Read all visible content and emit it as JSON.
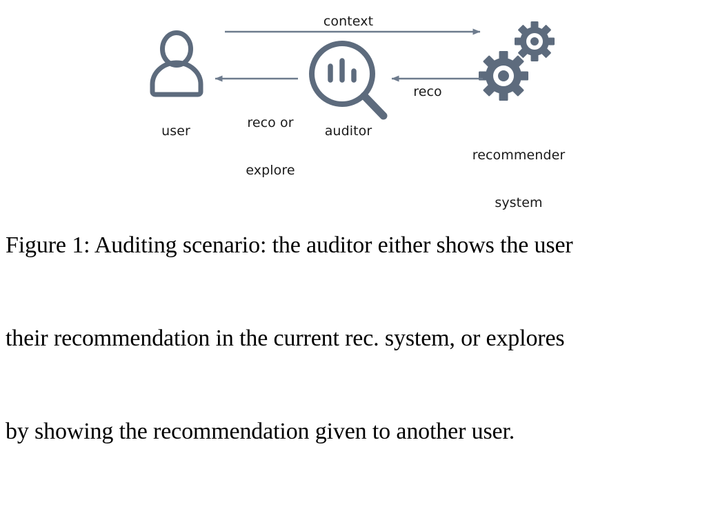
{
  "figure": {
    "nodes": [
      {
        "id": "user",
        "icon": "user-icon",
        "label": "user"
      },
      {
        "id": "auditor",
        "icon": "magnifier-chart-icon",
        "label": "auditor"
      },
      {
        "id": "recsys",
        "icon": "gears-icon",
        "label_line1": "recommender",
        "label_line2": "system"
      }
    ],
    "edges": [
      {
        "id": "context",
        "label": "context",
        "from": "user",
        "to": "recsys",
        "direction": "right"
      },
      {
        "id": "reco-or-explore",
        "label_line1": "reco or",
        "label_line2": "explore",
        "from": "auditor",
        "to": "user",
        "direction": "left"
      },
      {
        "id": "reco",
        "label": "reco",
        "from": "recsys",
        "to": "auditor",
        "direction": "left"
      }
    ],
    "colors": {
      "icon": "#5d6b7d",
      "arrow": "#6d7b8d",
      "label_text": "#1a1a1a",
      "caption_text": "#000000",
      "background": "#ffffff"
    }
  },
  "caption": {
    "line1": "Figure 1: Auditing scenario: the auditor either shows the user",
    "line2": "their recommendation in the current rec. system, or explores",
    "line3": "by showing the recommendation given to another user."
  }
}
